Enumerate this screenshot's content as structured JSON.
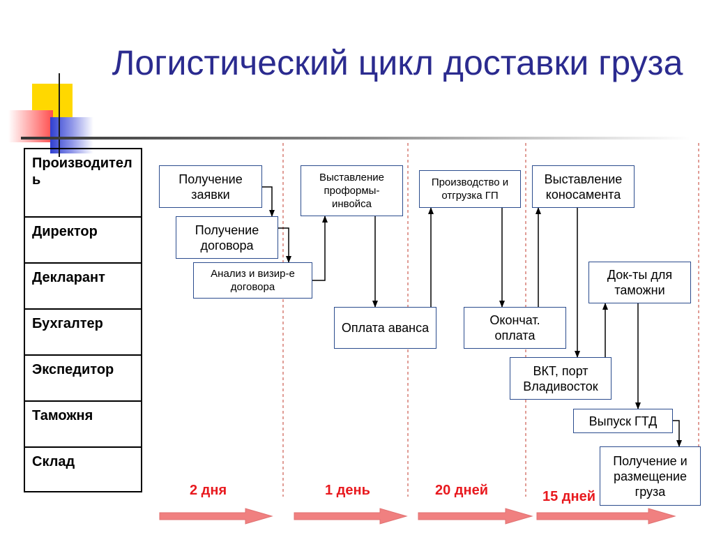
{
  "title": "Логистический цикл доставки груза",
  "lanes": [
    "Производитель",
    "Директор",
    "Декларант",
    "Бухгалтер",
    "Экспедитор",
    "Таможня",
    "Склад"
  ],
  "steps": {
    "s1": "Получение заявки",
    "s2": "Получение договора",
    "s3": "Анализ и визир-е договора",
    "s4": "Выставление проформы-инвойса",
    "s5": "Оплата аванса",
    "s6": "Производство и отгрузка ГП",
    "s7": "Окончат. оплата",
    "s8": "Выставление коносамента",
    "s9": "ВКТ, порт Владивосток",
    "s10": "Док-ты для таможни",
    "s11": "Выпуск ГТД",
    "s12": "Получение и размещение груза"
  },
  "durations": [
    "2 дня",
    "1 день",
    "20 дней",
    "15 дней"
  ],
  "colors": {
    "title": "#2b2b8f",
    "box_border": "#2a4b8d",
    "divider": "#c0392b",
    "duration_text": "#e8191e",
    "arrow_fill": "#f08080"
  }
}
